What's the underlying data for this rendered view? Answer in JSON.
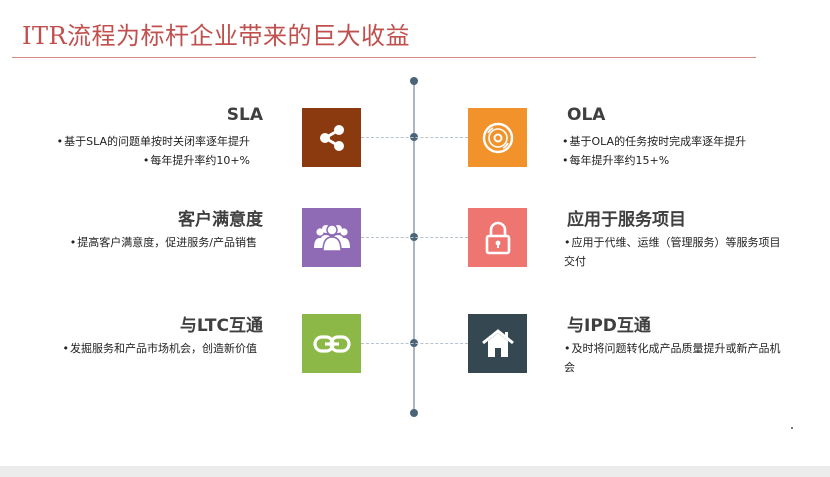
{
  "title": "ITR流程为标杆企业带来的巨大收益",
  "items": [
    {
      "heading": "SLA",
      "bullets": [
        "基于SLA的问题单按时关闭率逐年提升",
        "每年提升率约10+%"
      ],
      "icon": "share-icon",
      "color": "#8b3a0f"
    },
    {
      "heading": "OLA",
      "bullets": [
        "基于OLA的任务按时完成率逐年提升",
        "每年提升率约15+%"
      ],
      "icon": "disc-icon",
      "color": "#f1922a"
    },
    {
      "heading": "客户满意度",
      "bullets": [
        "提高客户满意度，促进服务/产品销售"
      ],
      "icon": "people-icon",
      "color": "#8e6bb4"
    },
    {
      "heading": "应用于服务项目",
      "bullets": [
        "应用于代维、运维（管理服务）等服务项目交付"
      ],
      "icon": "lock-icon",
      "color": "#ef7670"
    },
    {
      "heading": "与LTC互通",
      "bullets": [
        "发掘服务和产品市场机会，创造新价值"
      ],
      "icon": "link-icon",
      "color": "#8cb848"
    },
    {
      "heading": "与IPD互通",
      "bullets": [
        "及时将问题转化成产品质量提升或新产品机会"
      ],
      "icon": "home-icon",
      "color": "#354751"
    }
  ]
}
